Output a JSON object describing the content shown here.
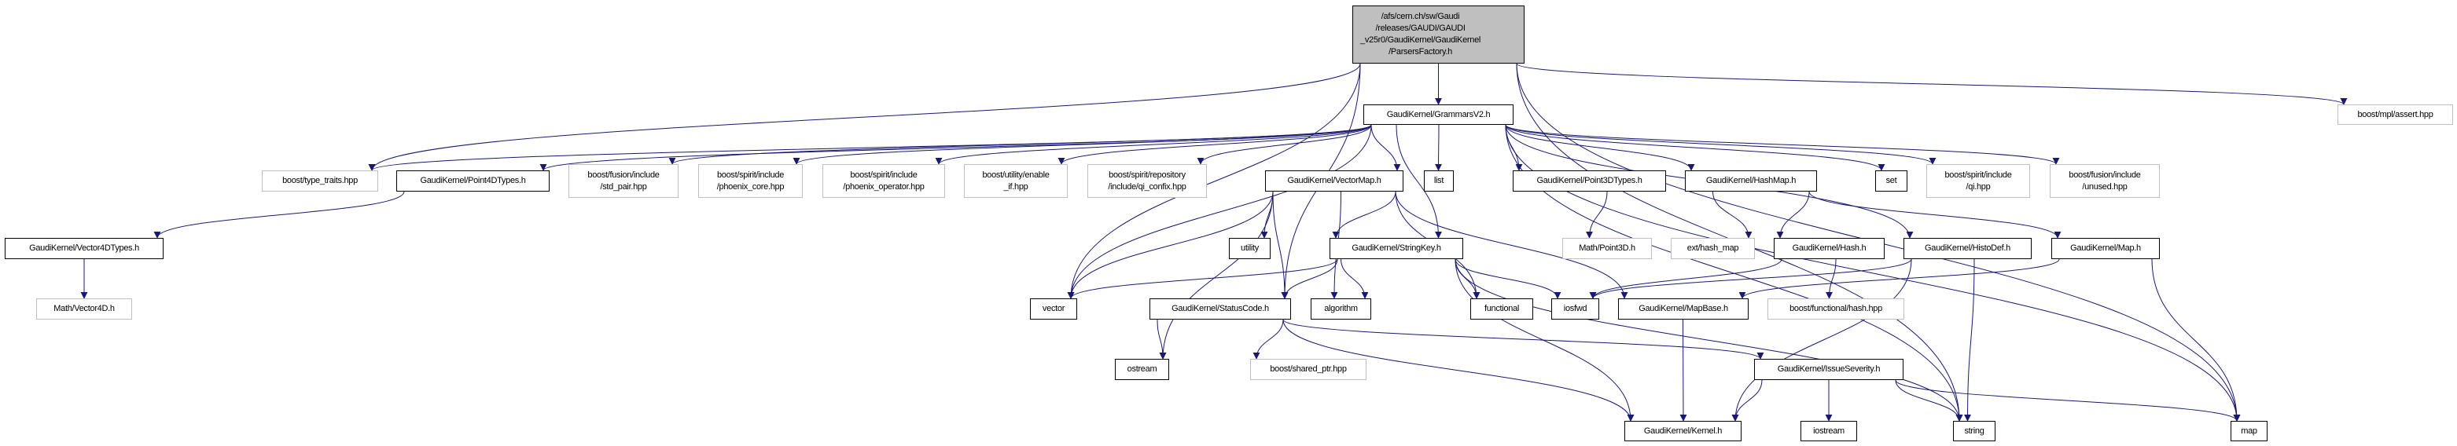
{
  "graph": {
    "edge_color": "#191970",
    "root_fill": "#bfbfbf",
    "nodes": {
      "root": {
        "label": "/afs/cern.ch/sw/Gaudi\n/releases/GAUDI/GAUDI\n_v25r0/GaudiKernel/GaudiKernel\n/ParsersFactory.h",
        "kind": "root"
      },
      "grammars": {
        "label": "GaudiKernel/GrammarsV2.h",
        "kind": "local"
      },
      "mplassert": {
        "label": "boost/mpl/assert.hpp",
        "kind": "external"
      },
      "typetraits": {
        "label": "boost/type_traits.hpp",
        "kind": "external"
      },
      "point4d": {
        "label": "GaudiKernel/Point4DTypes.h",
        "kind": "local"
      },
      "stdpair": {
        "label": "boost/fusion/include\n/std_pair.hpp",
        "kind": "external"
      },
      "phcore": {
        "label": "boost/spirit/include\n/phoenix_core.hpp",
        "kind": "external"
      },
      "phop": {
        "label": "boost/spirit/include\n/phoenix_operator.hpp",
        "kind": "external"
      },
      "enableif": {
        "label": "boost/utility/enable\n_if.hpp",
        "kind": "external"
      },
      "qiconfix": {
        "label": "boost/spirit/repository\n/include/qi_confix.hpp",
        "kind": "external"
      },
      "vectormap": {
        "label": "GaudiKernel/VectorMap.h",
        "kind": "local"
      },
      "list": {
        "label": "list",
        "kind": "local"
      },
      "point3d": {
        "label": "GaudiKernel/Point3DTypes.h",
        "kind": "local"
      },
      "hashmap": {
        "label": "GaudiKernel/HashMap.h",
        "kind": "local"
      },
      "set": {
        "label": "set",
        "kind": "local"
      },
      "qi": {
        "label": "boost/spirit/include\n/qi.hpp",
        "kind": "external"
      },
      "unused": {
        "label": "boost/fusion/include\n/unused.hpp",
        "kind": "external"
      },
      "vector4dtypes": {
        "label": "GaudiKernel/Vector4DTypes.h",
        "kind": "local"
      },
      "mathvector4d": {
        "label": "Math/Vector4D.h",
        "kind": "external"
      },
      "utility": {
        "label": "utility",
        "kind": "local"
      },
      "stringkey": {
        "label": "GaudiKernel/StringKey.h",
        "kind": "local"
      },
      "mathpoint3d": {
        "label": "Math/Point3D.h",
        "kind": "external"
      },
      "exthashmap": {
        "label": "ext/hash_map",
        "kind": "external"
      },
      "hash": {
        "label": "GaudiKernel/Hash.h",
        "kind": "local"
      },
      "histodef": {
        "label": "GaudiKernel/HistoDef.h",
        "kind": "local"
      },
      "maph": {
        "label": "GaudiKernel/Map.h",
        "kind": "local"
      },
      "vector": {
        "label": "vector",
        "kind": "local"
      },
      "statuscode": {
        "label": "GaudiKernel/StatusCode.h",
        "kind": "local"
      },
      "algorithm": {
        "label": "algorithm",
        "kind": "local"
      },
      "functional": {
        "label": "functional",
        "kind": "local"
      },
      "iosfwd": {
        "label": "iosfwd",
        "kind": "local"
      },
      "mapbase": {
        "label": "GaudiKernel/MapBase.h",
        "kind": "local"
      },
      "funchash": {
        "label": "boost/functional/hash.hpp",
        "kind": "external"
      },
      "ostream": {
        "label": "ostream",
        "kind": "local"
      },
      "sharedptr": {
        "label": "boost/shared_ptr.hpp",
        "kind": "external"
      },
      "issue": {
        "label": "GaudiKernel/IssueSeverity.h",
        "kind": "local"
      },
      "kernel": {
        "label": "GaudiKernel/Kernel.h",
        "kind": "local"
      },
      "iostream": {
        "label": "iostream",
        "kind": "local"
      },
      "string": {
        "label": "string",
        "kind": "local"
      },
      "map": {
        "label": "map",
        "kind": "local"
      }
    },
    "edges": [
      [
        "root",
        "grammars"
      ],
      [
        "root",
        "typetraits"
      ],
      [
        "root",
        "vector"
      ],
      [
        "root",
        "statuscode"
      ],
      [
        "root",
        "mplassert"
      ],
      [
        "root",
        "string"
      ],
      [
        "root",
        "map"
      ],
      [
        "grammars",
        "typetraits"
      ],
      [
        "grammars",
        "point4d"
      ],
      [
        "grammars",
        "stdpair"
      ],
      [
        "grammars",
        "phcore"
      ],
      [
        "grammars",
        "phop"
      ],
      [
        "grammars",
        "enableif"
      ],
      [
        "grammars",
        "qiconfix"
      ],
      [
        "grammars",
        "vectormap"
      ],
      [
        "grammars",
        "list"
      ],
      [
        "grammars",
        "stringkey"
      ],
      [
        "grammars",
        "vector"
      ],
      [
        "grammars",
        "point3d"
      ],
      [
        "grammars",
        "hashmap"
      ],
      [
        "grammars",
        "set"
      ],
      [
        "grammars",
        "qi"
      ],
      [
        "grammars",
        "unused"
      ],
      [
        "grammars",
        "histodef"
      ],
      [
        "grammars",
        "string"
      ],
      [
        "grammars",
        "map"
      ],
      [
        "point4d",
        "vector4dtypes"
      ],
      [
        "vector4dtypes",
        "mathvector4d"
      ],
      [
        "vectormap",
        "vector"
      ],
      [
        "vectormap",
        "utility"
      ],
      [
        "vectormap",
        "statuscode"
      ],
      [
        "vectormap",
        "ostream"
      ],
      [
        "vectormap",
        "algorithm"
      ],
      [
        "vectormap",
        "functional"
      ],
      [
        "vectormap",
        "stringkey"
      ],
      [
        "vectormap",
        "mapbase"
      ],
      [
        "point3d",
        "mathpoint3d"
      ],
      [
        "hashmap",
        "exthashmap"
      ],
      [
        "hashmap",
        "hash"
      ],
      [
        "hashmap",
        "maph"
      ],
      [
        "stringkey",
        "vector"
      ],
      [
        "stringkey",
        "statuscode"
      ],
      [
        "stringkey",
        "algorithm"
      ],
      [
        "stringkey",
        "functional"
      ],
      [
        "stringkey",
        "iosfwd"
      ],
      [
        "stringkey",
        "kernel"
      ],
      [
        "stringkey",
        "string"
      ],
      [
        "statuscode",
        "ostream"
      ],
      [
        "statuscode",
        "sharedptr"
      ],
      [
        "statuscode",
        "kernel"
      ],
      [
        "statuscode",
        "issue"
      ],
      [
        "hash",
        "iosfwd"
      ],
      [
        "hash",
        "funchash"
      ],
      [
        "histodef",
        "iosfwd"
      ],
      [
        "histodef",
        "string"
      ],
      [
        "histodef",
        "kernel"
      ],
      [
        "maph",
        "mapbase"
      ],
      [
        "maph",
        "map"
      ],
      [
        "mapbase",
        "kernel"
      ],
      [
        "issue",
        "kernel"
      ],
      [
        "issue",
        "iostream"
      ],
      [
        "issue",
        "string"
      ],
      [
        "issue",
        "map"
      ]
    ]
  }
}
